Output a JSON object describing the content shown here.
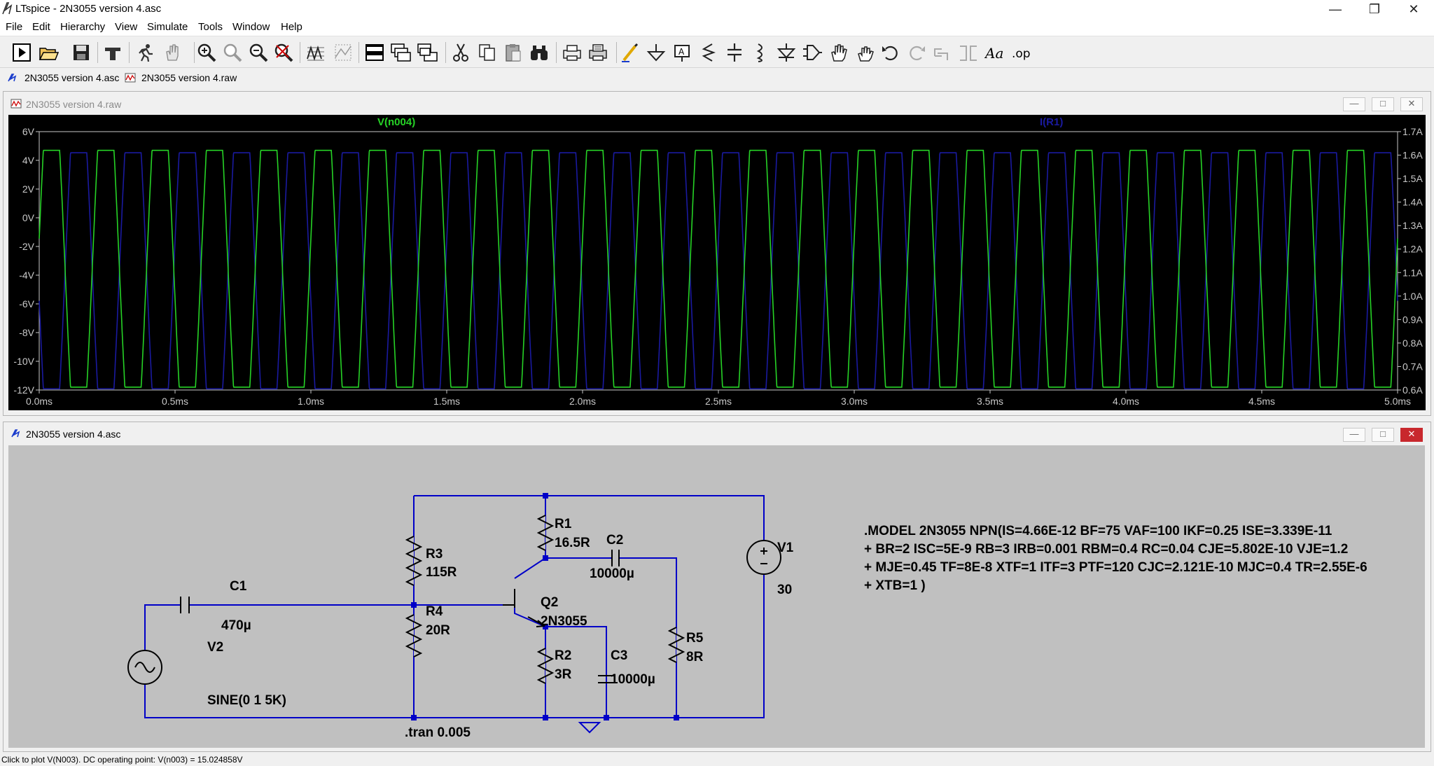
{
  "window": {
    "title": "LTspice - 2N3055 version 4.asc",
    "minimize": "—",
    "restore": "❐",
    "close": "✕"
  },
  "menu": [
    "File",
    "Edit",
    "Hierarchy",
    "View",
    "Simulate",
    "Tools",
    "Window",
    "Help"
  ],
  "toolbar_icons": [
    "run",
    "open",
    "save",
    "control-panel",
    "run-sim",
    "halt",
    "zoom-in",
    "zoom-area",
    "zoom-out",
    "zoom-fit",
    "autorange",
    "grid",
    "tile-horizontal",
    "cascade",
    "tile-vertical",
    "cut",
    "copy",
    "paste",
    "find",
    "print",
    "print-setup",
    "wire",
    "ground",
    "label",
    "resistor",
    "capacitor",
    "inductor",
    "diode",
    "component",
    "move",
    "drag",
    "undo",
    "redo",
    "rotate",
    "mirror",
    "text",
    "spice-directive"
  ],
  "doc_tabs": [
    {
      "label": "2N3055 version 4.asc",
      "icon": "schematic-icon"
    },
    {
      "label": "2N3055 version 4.raw",
      "icon": "waveform-icon"
    }
  ],
  "plot_window": {
    "title": "2N3055 version 4.raw",
    "trace_left": "V(n004)",
    "trace_right": "I(R1)",
    "colors": {
      "v": "#26d226",
      "i": "#1a1aa0",
      "bg": "#000000",
      "text": "#c8c8c8"
    },
    "y_left_ticks": [
      "6V",
      "4V",
      "2V",
      "0V",
      "-2V",
      "-4V",
      "-6V",
      "-8V",
      "-10V",
      "-12V"
    ],
    "y_right_ticks": [
      "1.7A",
      "1.6A",
      "1.5A",
      "1.4A",
      "1.3A",
      "1.2A",
      "1.1A",
      "1.0A",
      "0.9A",
      "0.8A",
      "0.7A",
      "0.6A"
    ],
    "x_ticks": [
      "0.0ms",
      "0.5ms",
      "1.0ms",
      "1.5ms",
      "2.0ms",
      "2.5ms",
      "3.0ms",
      "3.5ms",
      "4.0ms",
      "4.5ms",
      "5.0ms"
    ]
  },
  "chart_data": {
    "type": "line",
    "xlabel": "",
    "ylabel": "",
    "x_unit": "ms",
    "xlim": [
      0,
      5
    ],
    "ylim_left": [
      -12,
      6
    ],
    "ylim_right": [
      0.6,
      1.7
    ],
    "series": [
      {
        "name": "V(n004)",
        "axis": "left",
        "color": "#26d226",
        "shape": "square-ish clipped sine, 5 kHz",
        "frequency_khz": 5,
        "high": 4.7,
        "low": -11.8
      },
      {
        "name": "I(R1)",
        "axis": "right",
        "color": "#1a1aa0",
        "shape": "inverted square-ish clipped sine, 5 kHz",
        "frequency_khz": 5,
        "high": 1.61,
        "low": 0.605
      }
    ],
    "grid": false
  },
  "schematic_window": {
    "title": "2N3055 version 4.asc",
    "components": {
      "C1": {
        "name": "C1",
        "value": "470µ"
      },
      "V2": {
        "name": "V2",
        "value": "SINE(0 1 5K)"
      },
      "R3": {
        "name": "R3",
        "value": "115R"
      },
      "R4": {
        "name": "R4",
        "value": "20R"
      },
      "Q2": {
        "name": "Q2",
        "value": "2N3055"
      },
      "R1": {
        "name": "R1",
        "value": "16.5R"
      },
      "C2": {
        "name": "C2",
        "value": "10000µ"
      },
      "R2": {
        "name": "R2",
        "value": "3R"
      },
      "C3": {
        "name": "C3",
        "value": "10000µ"
      },
      "R5": {
        "name": "R5",
        "value": "8R"
      },
      "V1": {
        "name": "V1",
        "value": "30"
      }
    },
    "directive": ".tran 0.005",
    "model_lines": [
      ".MODEL 2N3055 NPN(IS=4.66E-12 BF=75 VAF=100 IKF=0.25 ISE=3.339E-11",
      "+ BR=2 ISC=5E-9 RB=3 IRB=0.001 RBM=0.4 RC=0.04 CJE=5.802E-10 VJE=1.2",
      "+ MJE=0.45 TF=8E-8 XTF=1 ITF=3 PTF=120 CJC=2.121E-10 MJC=0.4 TR=2.55E-6",
      "+ XTB=1 )"
    ],
    "wire_color": "#0000c8"
  },
  "status": "Click to plot V(N003).  DC operating point: V(n003) = 15.024858V"
}
